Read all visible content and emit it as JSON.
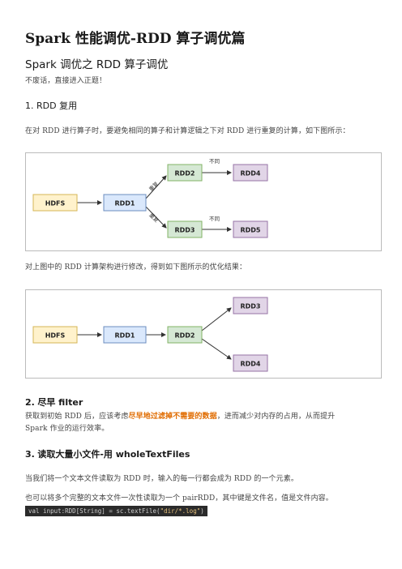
{
  "title": "Spark 性能调优-RDD 算子调优篇",
  "subtitle": "Spark 调优之 RDD 算子调优",
  "intro": "不废话，直接进入正题！",
  "section1": {
    "heading": "1. RDD 复用",
    "para1": "在对 RDD 进行算子时，要避免相同的算子和计算逻辑之下对 RDD 进行重复的计算，如下图所示：",
    "para2": "对上图中的 RDD 计算架构进行修改，得到如下图所示的优化结果："
  },
  "fig1": {
    "nodes": {
      "hdfs": "HDFS",
      "rdd1": "RDD1",
      "rdd2": "RDD2",
      "rdd3": "RDD3",
      "rdd4": "RDD4",
      "rdd5": "RDD5"
    },
    "labels": {
      "upper": "重复",
      "lower": "重复",
      "top_right": "不同",
      "bottom_right": "不同"
    }
  },
  "fig2": {
    "nodes": {
      "hdfs": "HDFS",
      "rdd1": "RDD1",
      "rdd2": "RDD2",
      "rdd3": "RDD3",
      "rdd4": "RDD4"
    }
  },
  "section2": {
    "heading_num": "2.",
    "heading_text": "尽早 filter",
    "para_a1": "获取到初始 RDD 后，应该考虑",
    "para_hl": "尽早地过滤掉不需要的数据",
    "para_a2": "，进而减少对内存的占用，从而提升",
    "para_b": "Spark 作业的运行效率。"
  },
  "section3": {
    "heading_num": "3.",
    "heading_text": "读取大量小文件-用 wholeTextFiles",
    "para1": "当我们将一个文本文件读取为 RDD 时，输入的每一行都会成为 RDD 的一个元素。",
    "para2": "也可以将多个完整的文本文件一次性读取为一个 pairRDD，其中键是文件名，值是文件内容。",
    "code_prefix": "val input:RDD[String] = sc.textFile(",
    "code_str": "\"dir/*.log\"",
    "code_suffix": ")"
  },
  "colors": {
    "hdfs_fill": "#fff2cc",
    "hdfs_stroke": "#d6b656",
    "rdd1_fill": "#dae8fc",
    "rdd1_stroke": "#6c8ebf",
    "rdd_mid_fill": "#d5e8d4",
    "rdd_mid_stroke": "#82b366",
    "rdd_end_fill": "#e1d5e7",
    "rdd_end_stroke": "#9673a6",
    "highlight": "#e06c00"
  }
}
